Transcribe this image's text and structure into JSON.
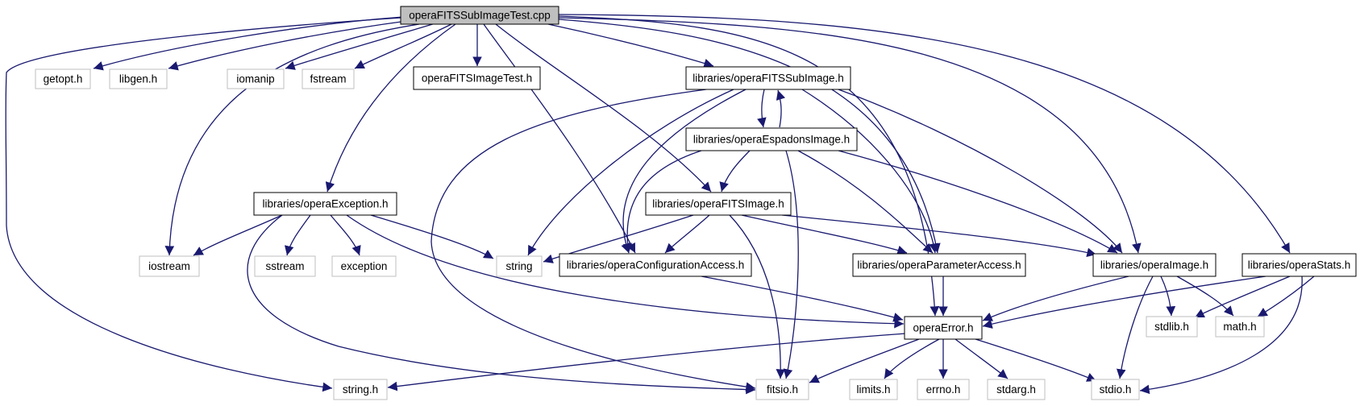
{
  "colors": {
    "edge": "#191970",
    "root_fill": "#bfbfbf",
    "local_border": "#000000",
    "system_border": "#bfbfbf",
    "background": "#ffffff"
  },
  "nodes": [
    {
      "id": "root",
      "label": "operaFITSSubImageTest.cpp",
      "kind": "root"
    },
    {
      "id": "getopt",
      "label": "getopt.h",
      "kind": "system"
    },
    {
      "id": "libgen",
      "label": "libgen.h",
      "kind": "system"
    },
    {
      "id": "iomanip",
      "label": "iomanip",
      "kind": "system"
    },
    {
      "id": "fstream",
      "label": "fstream",
      "kind": "system"
    },
    {
      "id": "imagetest",
      "label": "operaFITSImageTest.h",
      "kind": "local"
    },
    {
      "id": "subimage",
      "label": "libraries/operaFITSSubImage.h",
      "kind": "local"
    },
    {
      "id": "espadons",
      "label": "libraries/operaEspadonsImage.h",
      "kind": "local"
    },
    {
      "id": "exception",
      "label": "libraries/operaException.h",
      "kind": "local"
    },
    {
      "id": "fitsimage",
      "label": "libraries/operaFITSImage.h",
      "kind": "local"
    },
    {
      "id": "iostream",
      "label": "iostream",
      "kind": "system"
    },
    {
      "id": "sstream",
      "label": "sstream",
      "kind": "system"
    },
    {
      "id": "exceptionstd",
      "label": "exception",
      "kind": "system"
    },
    {
      "id": "string",
      "label": "string",
      "kind": "system"
    },
    {
      "id": "configaccess",
      "label": "libraries/operaConfigurationAccess.h",
      "kind": "local"
    },
    {
      "id": "paramaccess",
      "label": "libraries/operaParameterAccess.h",
      "kind": "local"
    },
    {
      "id": "operaimage",
      "label": "libraries/operaImage.h",
      "kind": "local"
    },
    {
      "id": "stats",
      "label": "libraries/operaStats.h",
      "kind": "local"
    },
    {
      "id": "error",
      "label": "operaError.h",
      "kind": "local"
    },
    {
      "id": "stdlib",
      "label": "stdlib.h",
      "kind": "system"
    },
    {
      "id": "math",
      "label": "math.h",
      "kind": "system"
    },
    {
      "id": "stringh",
      "label": "string.h",
      "kind": "system"
    },
    {
      "id": "fitsio",
      "label": "fitsio.h",
      "kind": "system"
    },
    {
      "id": "limits",
      "label": "limits.h",
      "kind": "system"
    },
    {
      "id": "errno",
      "label": "errno.h",
      "kind": "system"
    },
    {
      "id": "stdarg",
      "label": "stdarg.h",
      "kind": "system"
    },
    {
      "id": "stdio",
      "label": "stdio.h",
      "kind": "system"
    }
  ],
  "edges": [
    [
      "root",
      "getopt"
    ],
    [
      "root",
      "libgen"
    ],
    [
      "root",
      "iomanip"
    ],
    [
      "root",
      "fstream"
    ],
    [
      "root",
      "imagetest"
    ],
    [
      "root",
      "subimage"
    ],
    [
      "root",
      "exception"
    ],
    [
      "root",
      "iostream"
    ],
    [
      "root",
      "stringh"
    ],
    [
      "root",
      "fitsimage"
    ],
    [
      "root",
      "configaccess"
    ],
    [
      "root",
      "paramaccess"
    ],
    [
      "root",
      "operaimage"
    ],
    [
      "root",
      "error"
    ],
    [
      "root",
      "stats"
    ],
    [
      "subimage",
      "espadons"
    ],
    [
      "espadons",
      "subimage"
    ],
    [
      "subimage",
      "string"
    ],
    [
      "subimage",
      "fitsio"
    ],
    [
      "subimage",
      "configaccess"
    ],
    [
      "subimage",
      "paramaccess"
    ],
    [
      "subimage",
      "operaimage"
    ],
    [
      "espadons",
      "fitsimage"
    ],
    [
      "espadons",
      "configaccess"
    ],
    [
      "espadons",
      "paramaccess"
    ],
    [
      "espadons",
      "operaimage"
    ],
    [
      "espadons",
      "fitsio"
    ],
    [
      "exception",
      "iostream"
    ],
    [
      "exception",
      "sstream"
    ],
    [
      "exception",
      "exceptionstd"
    ],
    [
      "exception",
      "string"
    ],
    [
      "exception",
      "error"
    ],
    [
      "exception",
      "fitsio"
    ],
    [
      "fitsimage",
      "string"
    ],
    [
      "fitsimage",
      "configaccess"
    ],
    [
      "fitsimage",
      "paramaccess"
    ],
    [
      "fitsimage",
      "operaimage"
    ],
    [
      "fitsimage",
      "fitsio"
    ],
    [
      "configaccess",
      "error"
    ],
    [
      "paramaccess",
      "error"
    ],
    [
      "operaimage",
      "error"
    ],
    [
      "operaimage",
      "stdlib"
    ],
    [
      "operaimage",
      "math"
    ],
    [
      "operaimage",
      "stdio"
    ],
    [
      "stats",
      "error"
    ],
    [
      "stats",
      "stdlib"
    ],
    [
      "stats",
      "math"
    ],
    [
      "stats",
      "stdio"
    ],
    [
      "error",
      "stringh"
    ],
    [
      "error",
      "fitsio"
    ],
    [
      "error",
      "limits"
    ],
    [
      "error",
      "errno"
    ],
    [
      "error",
      "stdarg"
    ],
    [
      "error",
      "stdio"
    ]
  ]
}
